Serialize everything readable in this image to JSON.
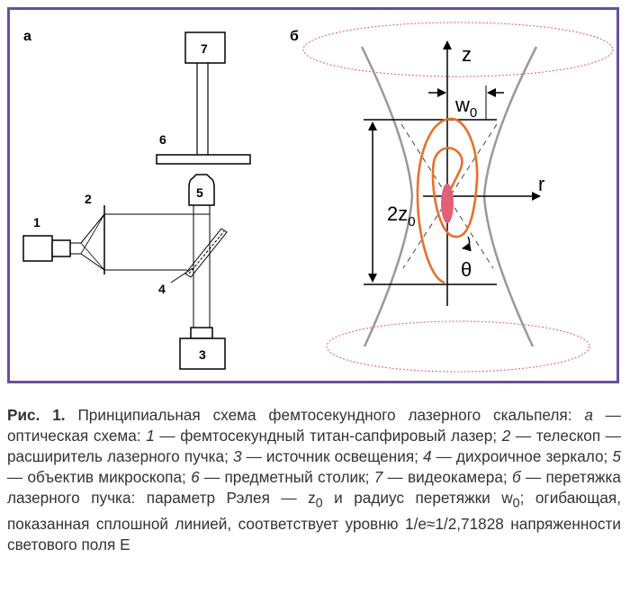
{
  "panels": {
    "a": {
      "letter": "а",
      "labels": [
        "1",
        "2",
        "3",
        "4",
        "5",
        "6",
        "7"
      ]
    },
    "b": {
      "letter": "б",
      "z_axis": "z",
      "r_axis": "r",
      "w0_main": "w",
      "w0_sub": "0",
      "z0_main": "2z",
      "z0_sub": "0",
      "theta": "θ"
    }
  },
  "caption": {
    "fig_label": "Рис. 1.",
    "intro": " Принципиальная схема фемтосекундного лазерного скальпе­ля: ",
    "a_letter": "а",
    "a_text": " — оптическая схема: ",
    "n1": "1",
    "t1": " — фемтосекундный титан-сапфировый лазер; ",
    "n2": "2",
    "t2": " — телескоп — расширитель лазерного пучка; ",
    "n3": "3",
    "t3": " — источник освещения; ",
    "n4": "4",
    "t4": " — дихроичное зеркало; ",
    "n5": "5",
    "t5": " — объектив микроскопа; ",
    "n6": "6",
    "t6": " — предметный столик; ",
    "n7": "7",
    "t7": " — видеокамера; ",
    "b_letter": "б",
    "b_text": " — перетяжка лазерного пучка: параметр Рэлея — z",
    "z_sub": "0",
    "mid": " и радиус перетяжки w",
    "w_sub": "0",
    "end": "; огибающая, показанная сплошной линией, соответствует уровню 1/e≈1/2,71828 напряженности светового поля E"
  },
  "colors": {
    "frame": "#6a4f9a",
    "spiral": "#e8702a",
    "focus": "#e0607a",
    "ellipse": "#e05a66",
    "envelope": "#999999"
  }
}
